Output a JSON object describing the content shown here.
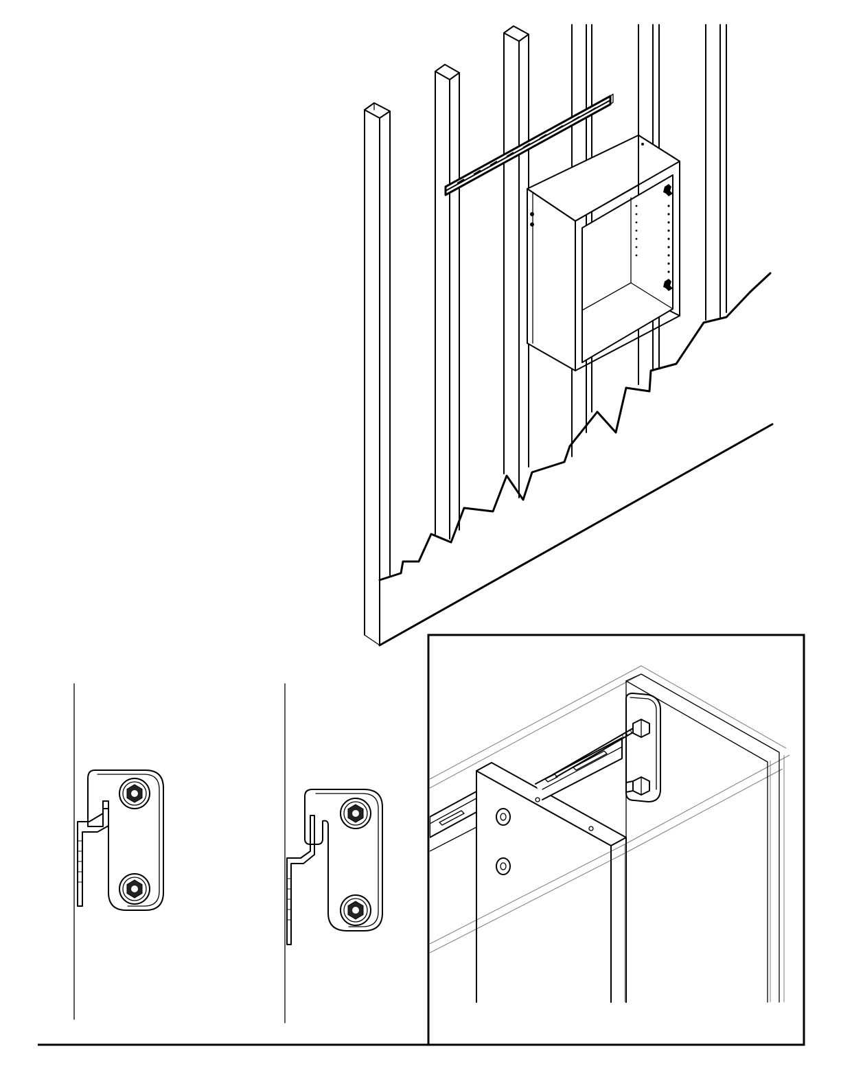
{
  "figure": {
    "main": "stud-wall-cabinet-rail",
    "details": [
      "bracket-hooked-on-rail",
      "bracket-lifted-off-rail"
    ],
    "inset": "cabinet-rail-mount-closeup"
  },
  "colors": {
    "line": "#000000",
    "paper": "#ffffff",
    "hidden_line": "#7a7a7a"
  }
}
